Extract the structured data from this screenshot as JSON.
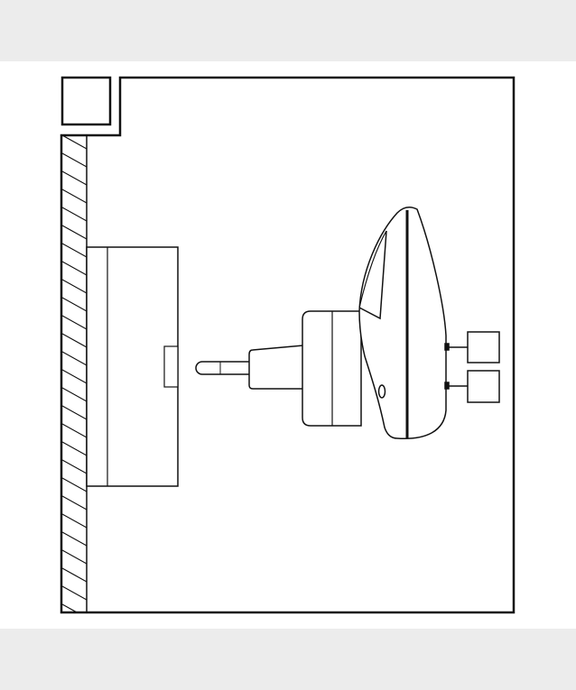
{
  "figure": {
    "step_label": "",
    "callout_1": "",
    "callout_2": ""
  },
  "colors": {
    "page_background": "#ececec",
    "sheet": "#ffffff",
    "line": "#111111"
  },
  "icons": [
    "wall-hatch",
    "wall-socket",
    "plug-in-device",
    "antenna",
    "led-indicator"
  ]
}
